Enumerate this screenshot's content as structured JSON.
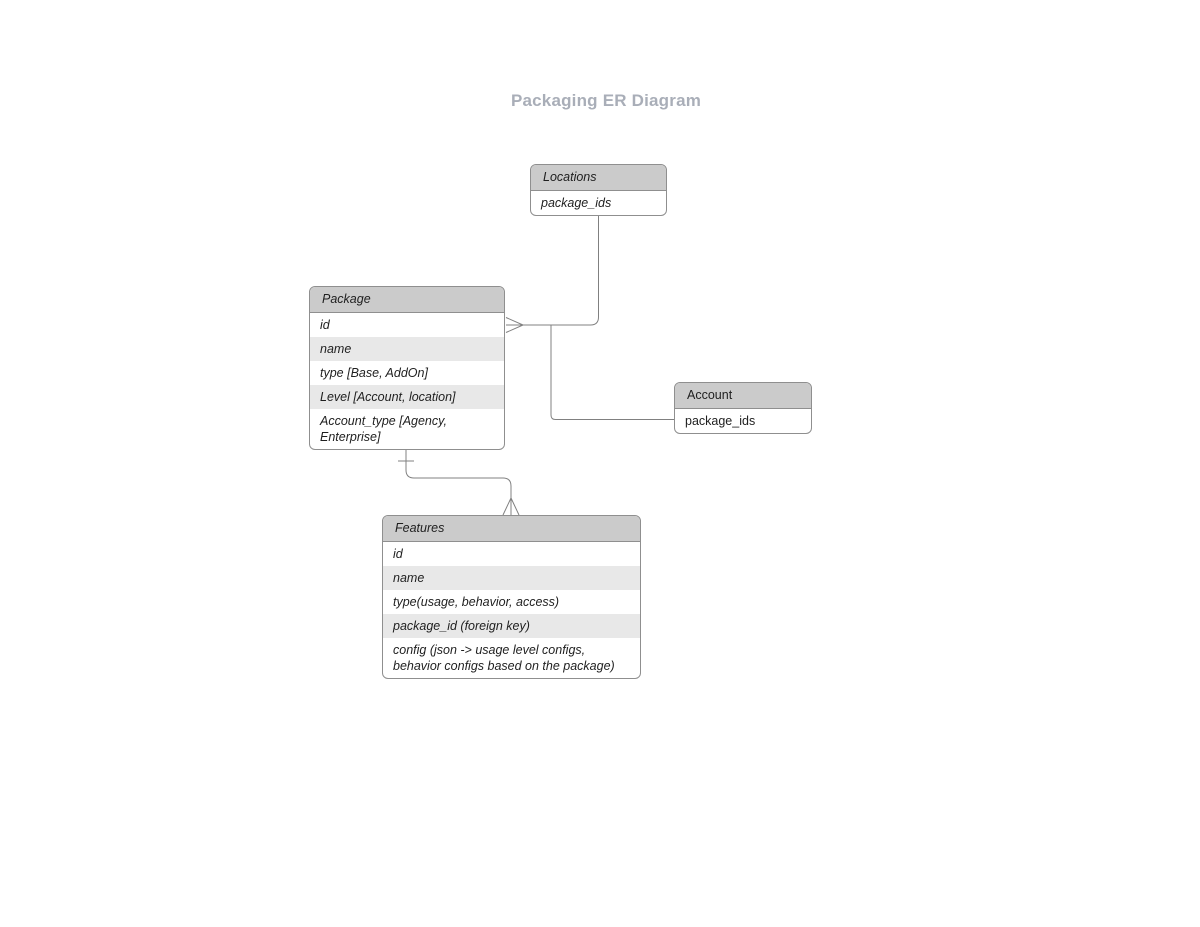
{
  "title": "Packaging ER Diagram",
  "colors": {
    "title": "#a9aeb8",
    "header-fill": "#cbcbcb",
    "row-alt": "#e8e8e8",
    "row-fill": "#ffffff",
    "border": "#8f8f8f",
    "connector": "#808080",
    "text": "#1f1f1f"
  },
  "entities": {
    "locations": {
      "title": "Locations",
      "rows": [
        {
          "text": "package_ids"
        }
      ]
    },
    "package": {
      "title": "Package",
      "rows": [
        {
          "text": "id"
        },
        {
          "text": "name"
        },
        {
          "text": "type [Base, AddOn]"
        },
        {
          "text": "Level [Account, location]"
        },
        {
          "text": "Account_type [Agency, Enterprise]"
        }
      ]
    },
    "account": {
      "title": "Account",
      "rows": [
        {
          "text": "package_ids"
        }
      ]
    },
    "features": {
      "title": "Features",
      "rows": [
        {
          "text": "id"
        },
        {
          "text": "name"
        },
        {
          "text": "type(usage, behavior, access)"
        },
        {
          "text": "package_id (foreign key)"
        },
        {
          "text": "config (json -> usage level configs, behavior configs based on the package)"
        }
      ]
    }
  },
  "relationships": [
    {
      "from": "Locations",
      "to": "Package",
      "marker_at_package": "many (crow's foot)"
    },
    {
      "from": "Account",
      "to": "Package",
      "note": "joins the Locations-Package connector"
    },
    {
      "from": "Package",
      "to": "Features",
      "marker_at_package": "one (tick)",
      "marker_at_features": "many (crow's foot)"
    }
  ]
}
